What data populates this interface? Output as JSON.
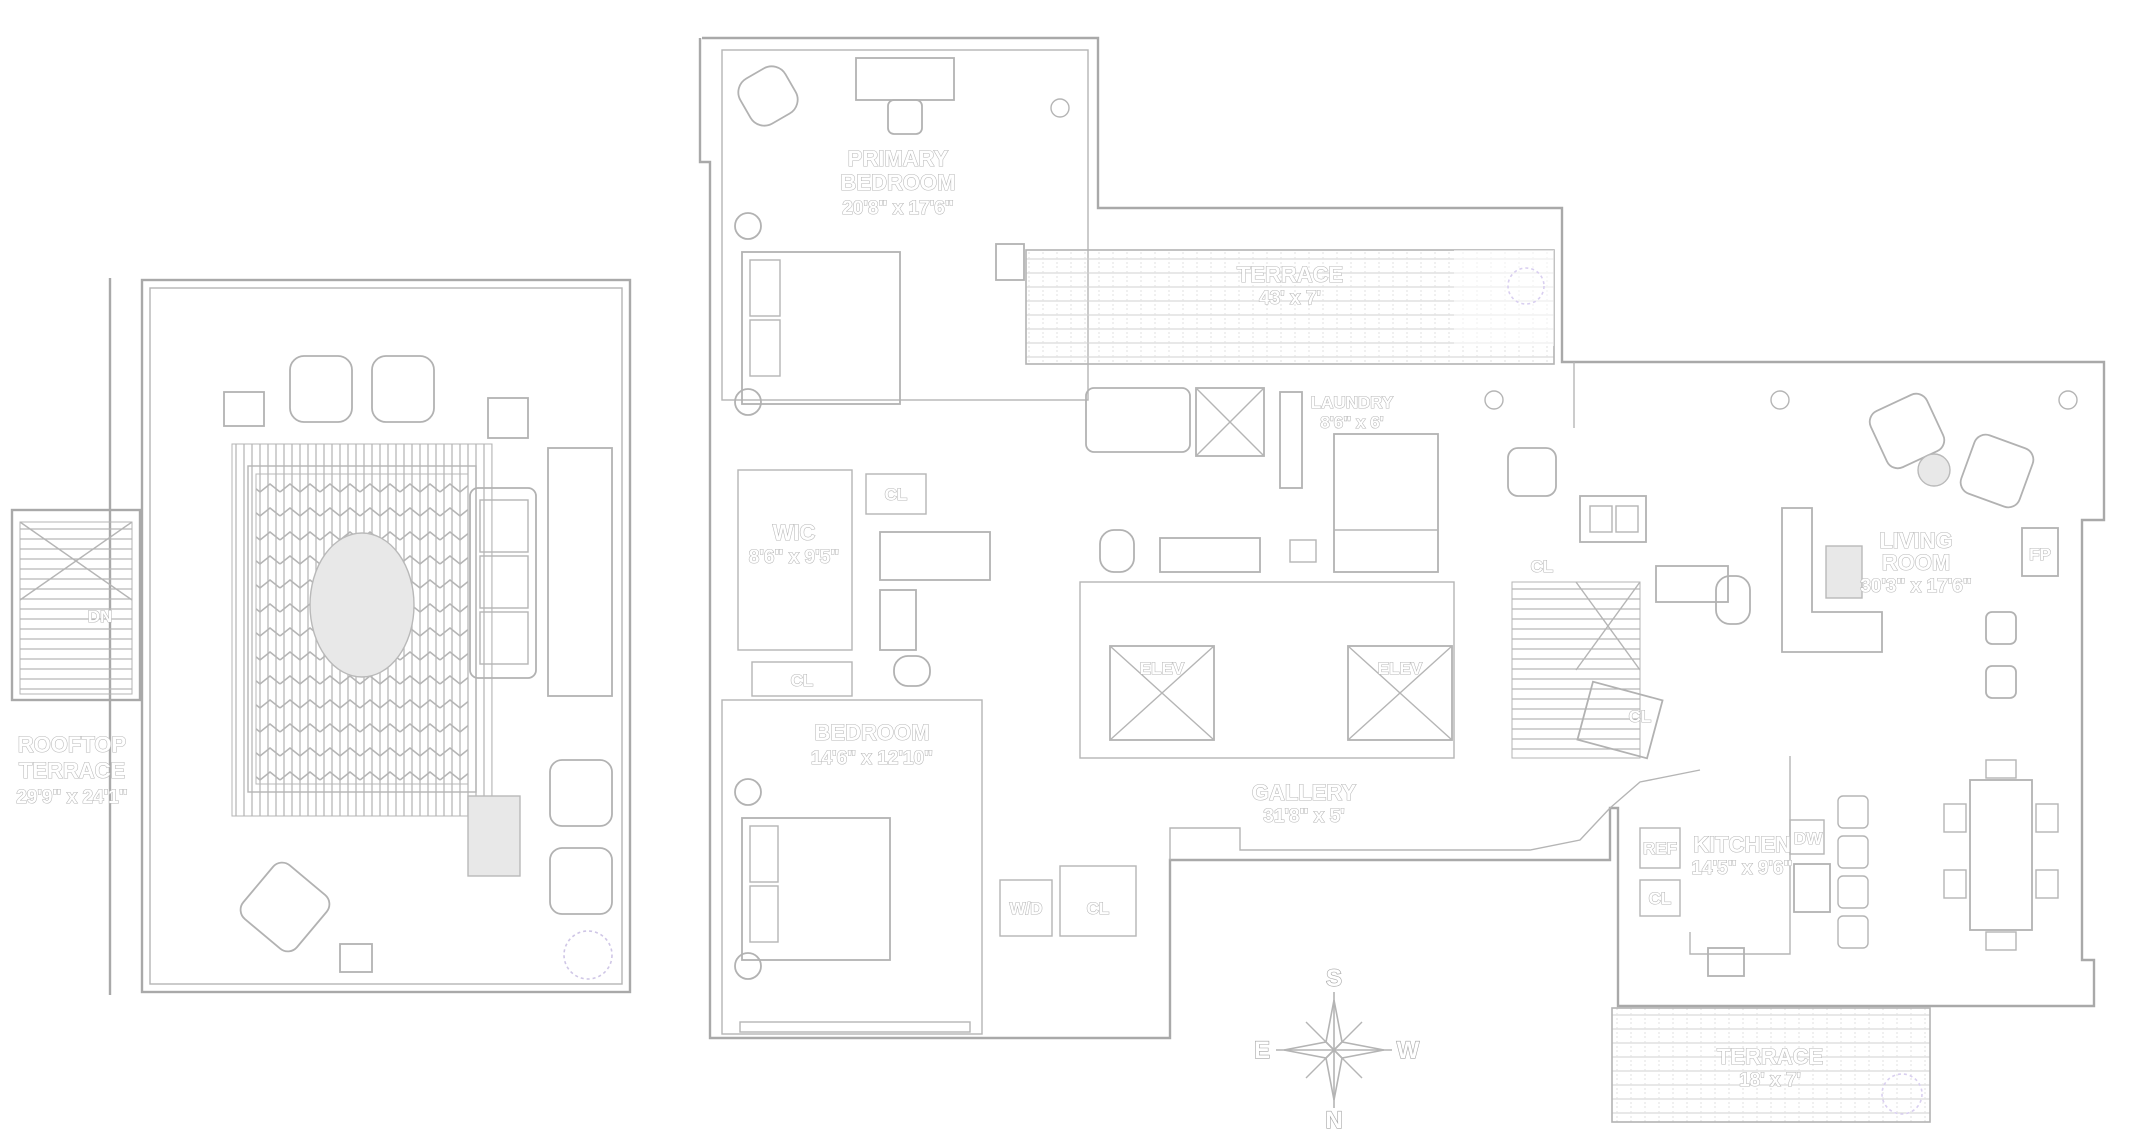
{
  "rooms": {
    "primary_bedroom": {
      "name": "PRIMARY",
      "name2": "BEDROOM",
      "size": "20'8\" x 17'6\""
    },
    "wic": {
      "name": "WIC",
      "size": "8'6\" x 9'5\""
    },
    "bedroom": {
      "name": "BEDROOM",
      "size": "14'6\" x 12'10\""
    },
    "gallery": {
      "name": "GALLERY",
      "size": "31'8\" x 5'"
    },
    "living_room": {
      "name": "LIVING",
      "name2": "ROOM",
      "size": "30'3\" x 17'6\""
    },
    "kitchen": {
      "name": "KITCHEN",
      "size": "14'5\" x 9'6\""
    },
    "terrace_top": {
      "name": "TERRACE",
      "size": "43' x 7'"
    },
    "terrace_bottom": {
      "name": "TERRACE",
      "size": "18' x 7'"
    },
    "rooftop_terrace": {
      "name": "ROOFTOP",
      "name2": "TERRACE",
      "size": "29'9\" x 24'1\""
    },
    "laundry": {
      "name": "LAUNDRY",
      "size": "8'6\" x 6'"
    }
  },
  "fixtures": {
    "closet": "CL",
    "elevator": "ELEV",
    "washer_dryer": "W/D",
    "refrigerator": "REF",
    "dishwasher": "DW",
    "fireplace": "FP",
    "down": "DN"
  },
  "compass": {
    "north": "N",
    "south": "S",
    "east": "E",
    "west": "W"
  }
}
